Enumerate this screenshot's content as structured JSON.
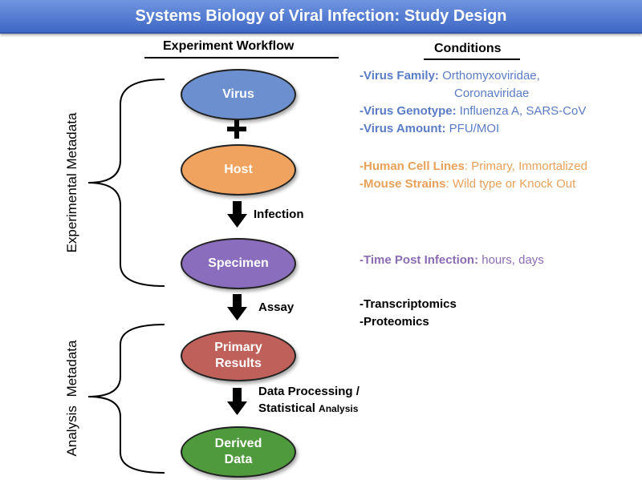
{
  "title": "Systems Biology of Viral Infection: Study Design",
  "headers": {
    "workflow": "Experiment Workflow",
    "conditions": "Conditions"
  },
  "nodes": {
    "virus": "Virus",
    "host": "Host",
    "specimen": "Specimen",
    "primary_line1": "Primary",
    "primary_line2": "Results",
    "derived_line1": "Derived",
    "derived_line2": "Data"
  },
  "steps": {
    "infection": "Infection",
    "assay": "Assay",
    "processing_line1": "Data Processing /",
    "processing_line2a": "Statistical",
    "processing_line2b": "Analysis"
  },
  "brackets": {
    "experimental": "Experimental Metadata",
    "analysis": "Analysis Metadata"
  },
  "conditions": {
    "virus_family_label": "-Virus Family:",
    "virus_family_value": "Orthomyxoviridae,",
    "virus_family_value2": "Coronaviridae",
    "virus_genotype_label": "-Virus Genotype:",
    "virus_genotype_value": "Influenza A, SARS-CoV",
    "virus_amount_label": "-Virus Amount:",
    "virus_amount_value": "PFU/MOI",
    "cell_lines_label": "-Human Cell Lines",
    "cell_lines_value": ": Primary, Immortalized",
    "mouse_label": "-Mouse Strains",
    "mouse_value": ": Wild type or Knock Out",
    "time_label": "-Time Post Infection:",
    "time_value": "hours, days",
    "transcriptomics": "-Transcriptomics",
    "proteomics": "-Proteomics"
  },
  "colors": {
    "virus": "#6c8fd0",
    "host": "#f0a35f",
    "specimen": "#8b6dbe",
    "primary": "#c0605a",
    "derived": "#4f9a3d",
    "banner": "#4a73cc"
  }
}
